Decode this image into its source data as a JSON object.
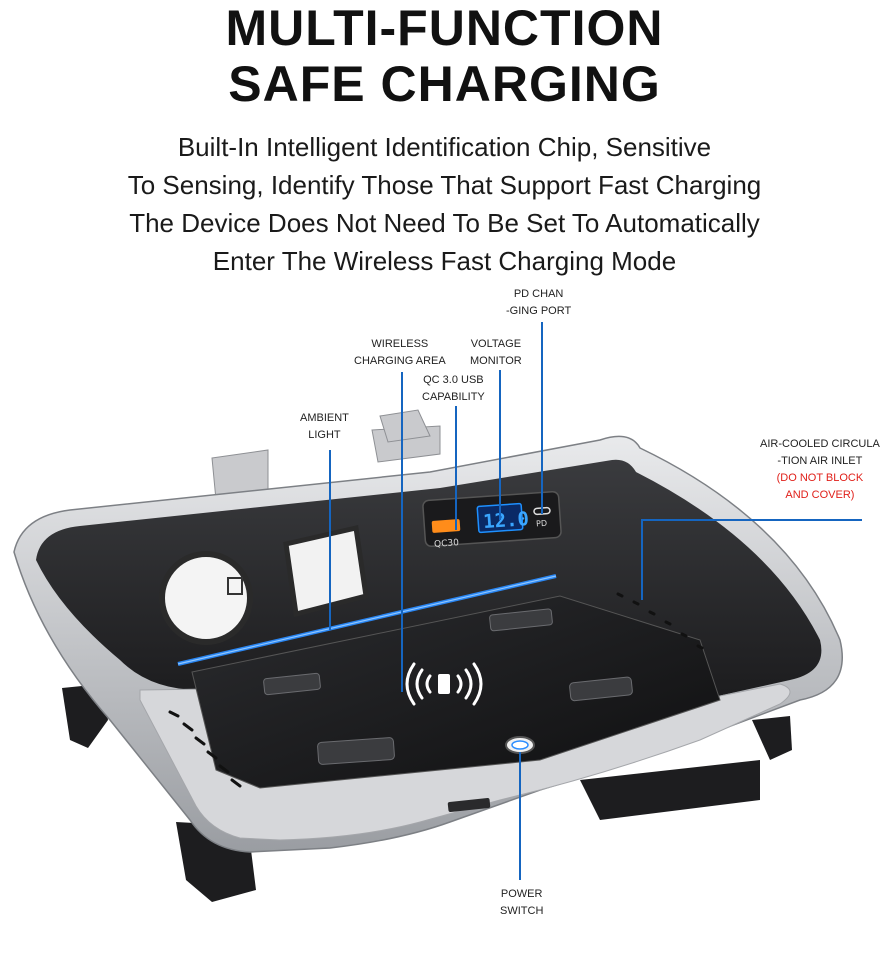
{
  "heading": {
    "line1": "MULTI-FUNCTION",
    "line2": "SAFE CHARGING"
  },
  "description": [
    "Built-In Intelligent Identification Chip, Sensitive",
    "To Sensing, Identify Those That Support Fast Charging",
    "The Device Does Not Need To Be Set To Automatically",
    "Enter The Wireless Fast Charging Mode"
  ],
  "callouts": {
    "pd_port": [
      "PD CHAN",
      "-GING PORT"
    ],
    "wireless_area": [
      "WIRELESS",
      "CHARGING AREA"
    ],
    "voltage_monitor": [
      "VOLTAGE",
      "MONITOR"
    ],
    "qc_usb": [
      "QC 3.0 USB",
      "CAPABILITY"
    ],
    "ambient_light": [
      "AMBIENT",
      "LIGHT"
    ],
    "air_inlet": [
      "AIR-COOLED CIRCULA",
      "-TION AIR INLET"
    ],
    "air_warning": [
      "(DO NOT BLOCK",
      "AND COVER)"
    ],
    "power_switch": [
      "POWER",
      "SWITCH"
    ]
  },
  "device": {
    "voltage_display": "12.0",
    "qc_badge": "QC30",
    "pd_badge": "PD"
  },
  "colors": {
    "callout_line": "#1565c0",
    "ambient_glow": "#2a8cff",
    "display_blue": "#1e90ff",
    "warning_red": "#e0201a"
  }
}
